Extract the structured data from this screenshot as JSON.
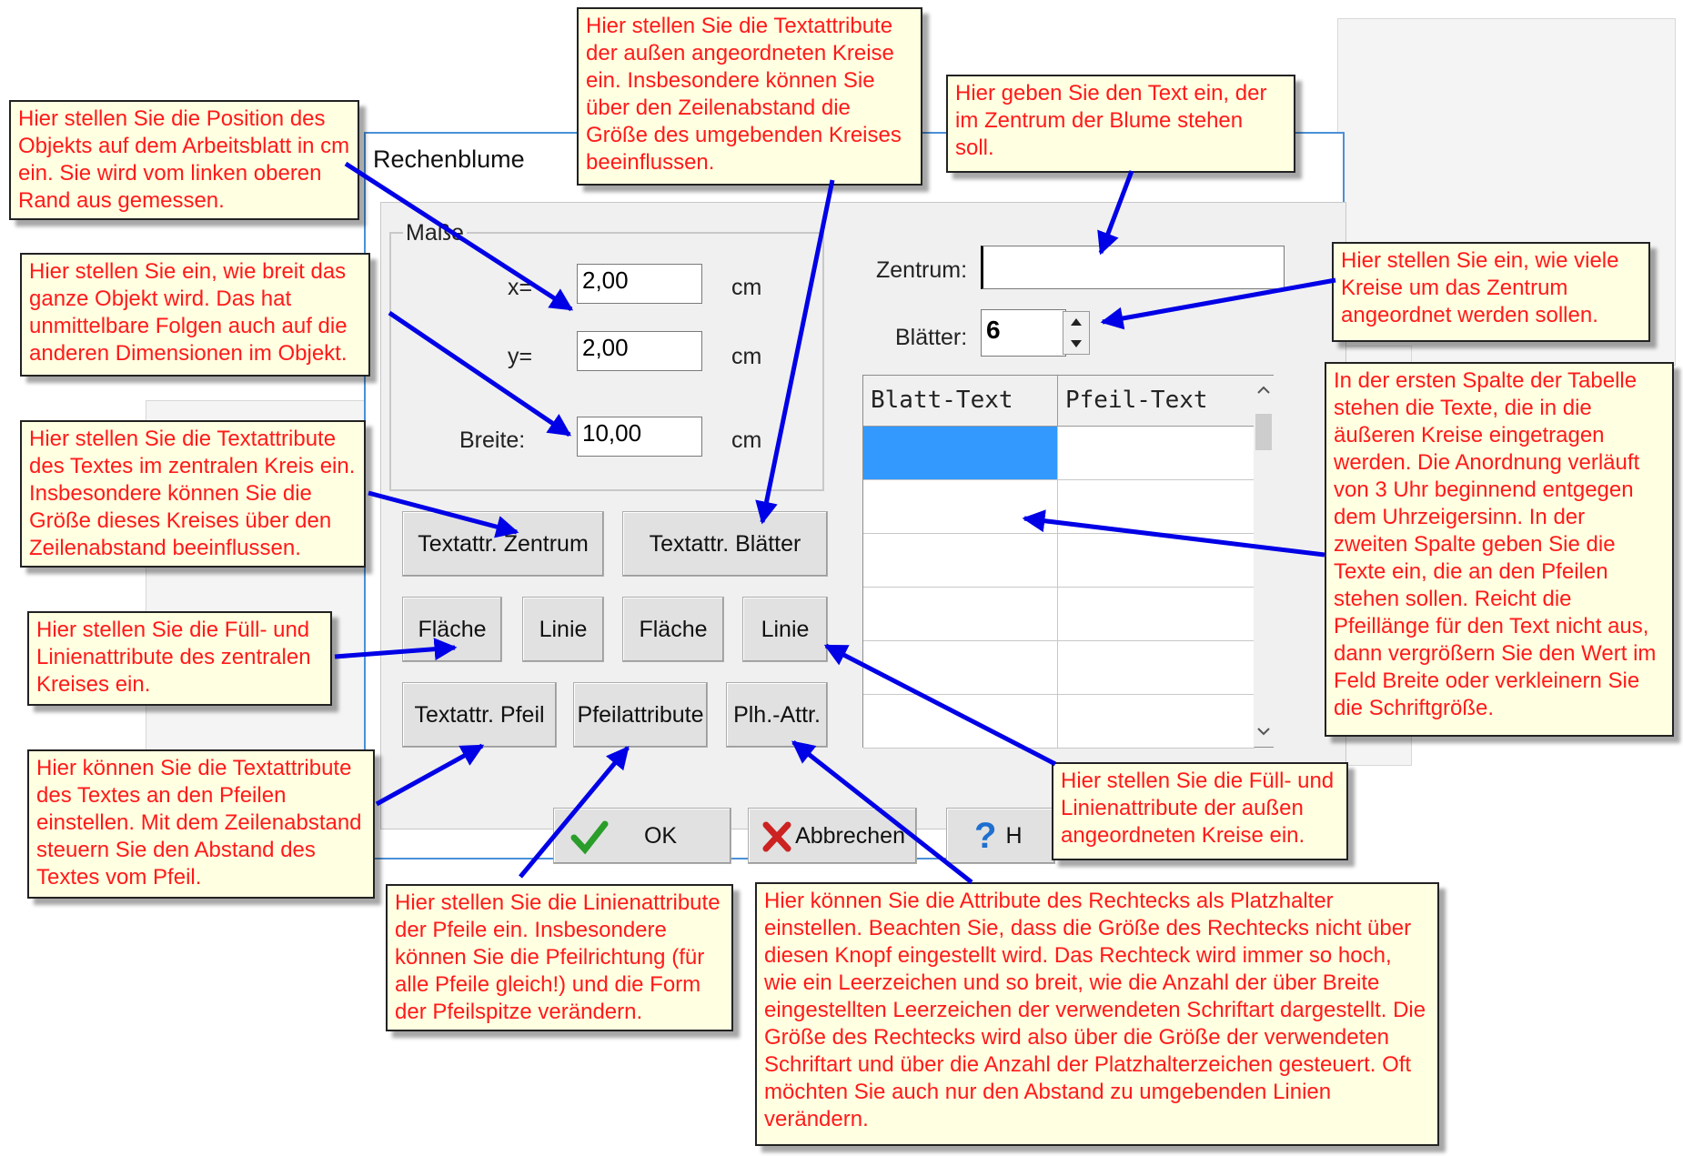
{
  "dialog": {
    "title": "Rechenblume",
    "group_label": "Maße",
    "fields": {
      "x_label": "x=",
      "x_value": "2,00",
      "y_label": "y=",
      "y_value": "2,00",
      "breite_label": "Breite:",
      "breite_value": "10,00",
      "unit": "cm",
      "zentrum_label": "Zentrum:",
      "zentrum_value": "",
      "blaetter_label": "Blätter:",
      "blaetter_value": "6"
    },
    "buttons": {
      "textattr_zentrum": "Textattr. Zentrum",
      "textattr_blaetter": "Textattr. Blätter",
      "flaeche_1": "Fläche",
      "linie_1": "Linie",
      "flaeche_2": "Fläche",
      "linie_2": "Linie",
      "textattr_pfeil": "Textattr. Pfeil",
      "pfeilattribute": "Pfeilattribute",
      "plh_attr": "Plh.-Attr.",
      "ok": "OK",
      "abbrechen": "Abbrechen",
      "hilfe": "H"
    },
    "table": {
      "columns": [
        "Blatt-Text",
        "Pfeil-Text"
      ],
      "selected_row": 0
    },
    "colors": {
      "accent": "#3399ff",
      "callout_bg": "#ffffe1",
      "callout_text": "#ff1a1a",
      "arrow": "#0000e6",
      "ok_check": "#2a9d2a",
      "cancel_x": "#cc2222",
      "help": "#1f6fd0"
    },
    "icons": [
      "checkmark-icon",
      "cross-icon",
      "question-icon",
      "spin-up-icon",
      "spin-down-icon",
      "scroll-up-icon",
      "scroll-down-icon"
    ]
  },
  "callouts": {
    "position": "Hier stellen Sie die Position des Objekts auf dem Arbeitsblatt in cm ein. Sie wird vom linken oberen Rand aus gemessen.",
    "breite": "Hier stellen Sie ein, wie breit das ganze Objekt wird. Das hat unmittelbare Folgen auch auf die anderen Dimensionen im Objekt.",
    "textattr_zentrum": "Hier stellen Sie die Textattribute des Textes im zentralen Kreis ein. Insbesondere können Sie die Größe dieses Kreises über den Zeilenabstand beeinflussen.",
    "fuell_zentral": "Hier stellen Sie die Füll- und Linienattribute des zentralen Kreises ein.",
    "textattr_pfeil": "Hier können Sie die Textattribute des Textes an den Pfeilen einstellen. Mit dem Zeilenabstand steuern Sie den Abstand des Textes vom Pfeil.",
    "linienattr_pfeile": "Hier stellen Sie die Linienattribute der Pfeile ein. Insbesondere können Sie die Pfeilrichtung (für alle Pfeile gleich!) und die Form der Pfeilspitze verändern.",
    "textattr_blaetter": "Hier stellen Sie die Textattribute der außen angeordneten Kreise ein. Insbesondere können Sie über den Zeilenabstand die Größe des umgebenden Kreises beeinflussen.",
    "zentrum_text": "Hier geben Sie den Text ein, der im Zentrum der Blume stehen soll.",
    "blaetter_anzahl": "Hier stellen Sie ein, wie viele Kreise um das Zentrum angeordnet werden sollen.",
    "tabelle": "In der ersten Spalte der Tabelle stehen die Texte, die in die äußeren Kreise eingetragen werden. Die Anordnung verläuft von 3 Uhr beginnend entgegen dem Uhrzeigersinn. In der zweiten Spalte geben Sie die Texte ein, die an den Pfeilen stehen sollen. Reicht die Pfeillänge für den Text nicht aus, dann vergrößern Sie den Wert im Feld Breite oder verkleinern Sie die Schriftgröße.",
    "fuell_aussen": "Hier stellen Sie die Füll- und Linienattribute der außen angeordneten Kreise ein.",
    "platzhalter": "Hier können Sie die Attribute des Rechtecks als Platzhalter einstellen. Beachten Sie, dass die Größe des Rechtecks nicht über diesen Knopf eingestellt wird. Das Rechteck wird immer so hoch, wie ein Leerzeichen und so breit, wie die Anzahl der über Breite eingestellten Leerzeichen der verwendeten Schriftart dargestellt. Die Größe des Rechtecks wird also über die Größe der verwendeten Schriftart und über die Anzahl der Platzhalterzeichen gesteuert. Oft möchten Sie auch nur den Abstand zu umgebenden Linien verändern."
  }
}
